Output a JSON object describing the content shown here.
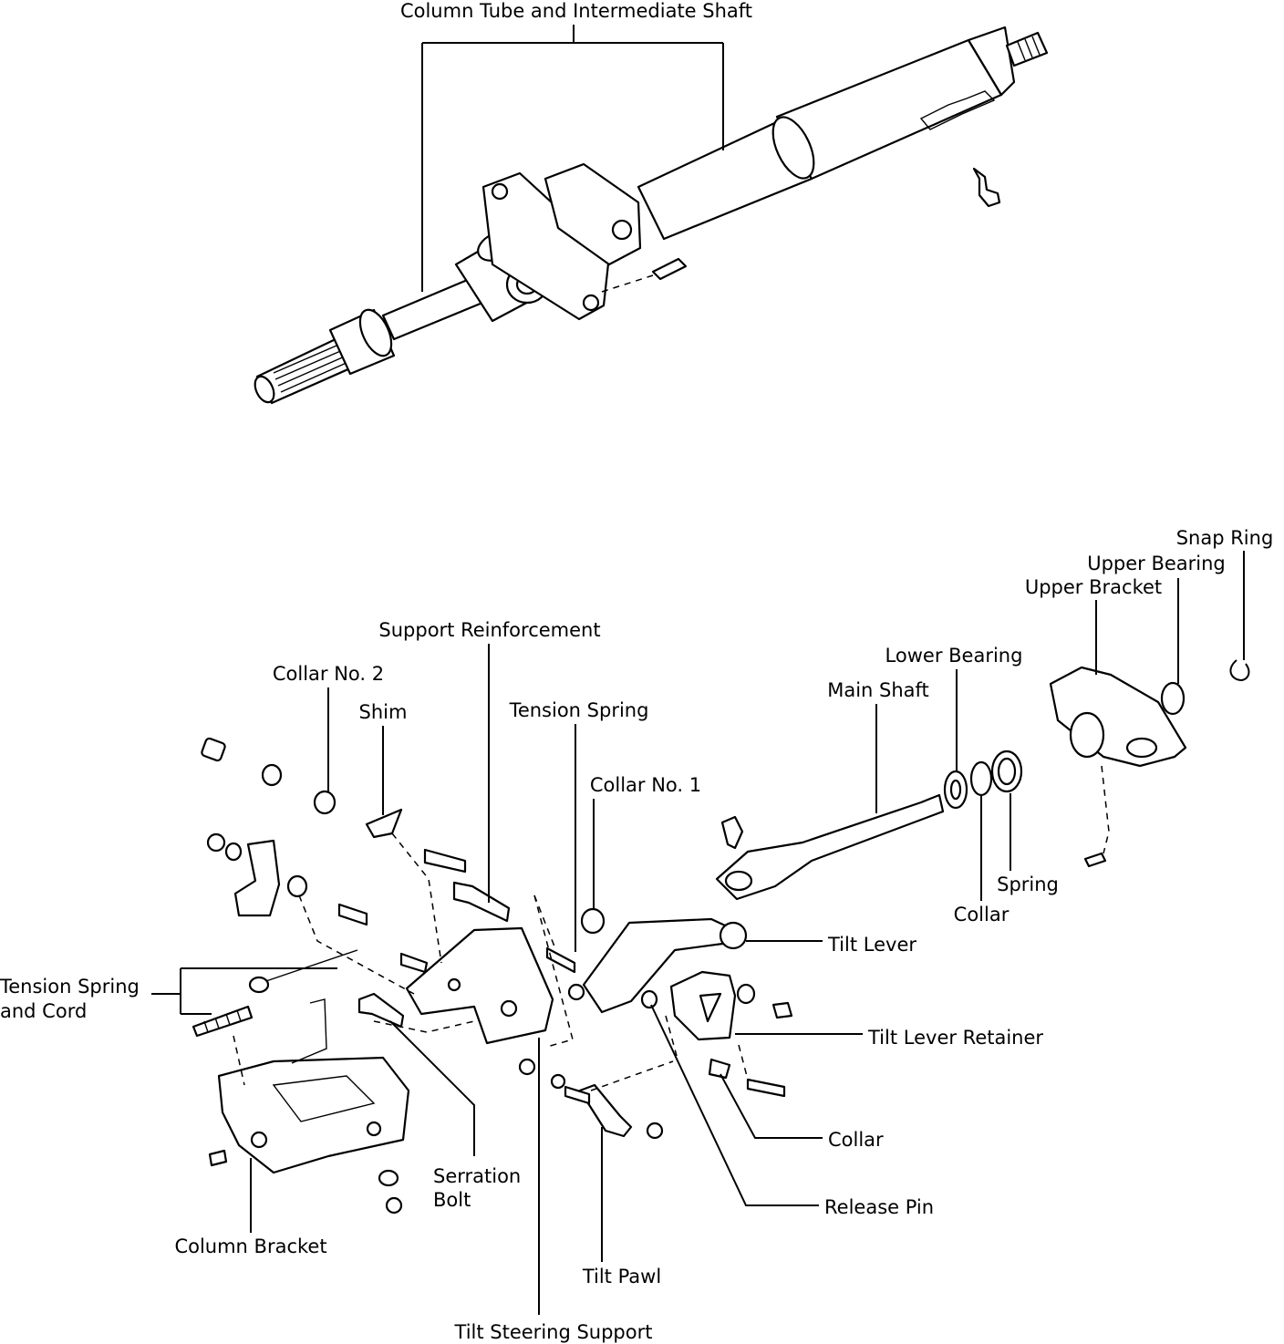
{
  "labels": {
    "column_tube": "Column Tube and Intermediate Shaft",
    "snap_ring": "Snap Ring",
    "upper_bearing": "Upper Bearing",
    "upper_bracket": "Upper Bracket",
    "support_reinforcement": "Support Reinforcement",
    "lower_bearing": "Lower Bearing",
    "collar_no2": "Collar No. 2",
    "main_shaft": "Main Shaft",
    "shim": "Shim",
    "tension_spring": "Tension Spring",
    "collar_no1": "Collar No. 1",
    "spring": "Spring",
    "collar_upper": "Collar",
    "tilt_lever": "Tilt Lever",
    "tension_spring_cord_1": "Tension Spring",
    "tension_spring_cord_2": "and Cord",
    "tilt_lever_retainer": "Tilt Lever Retainer",
    "collar_lower": "Collar",
    "serration_bolt_1": "Serration",
    "serration_bolt_2": "Bolt",
    "release_pin": "Release Pin",
    "column_bracket": "Column Bracket",
    "tilt_pawl": "Tilt Pawl",
    "tilt_steering_support": "Tilt Steering Support"
  }
}
